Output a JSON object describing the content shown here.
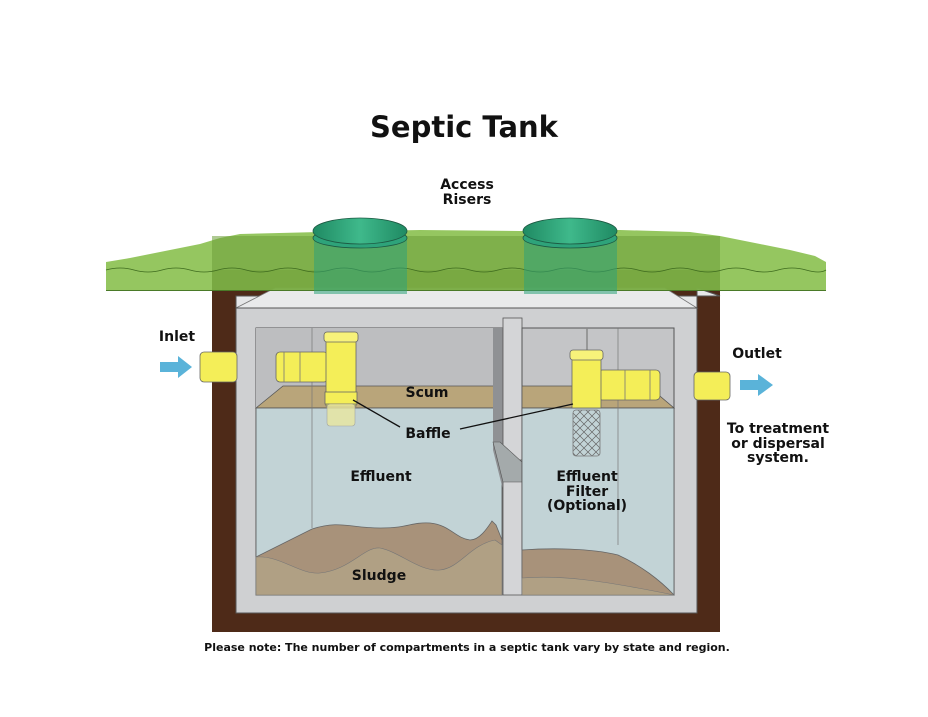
{
  "title": "Septic Tank",
  "labels": {
    "access_risers": "Access\nRisers",
    "inlet": "Inlet",
    "outlet": "Outlet",
    "destination": "To treatment\nor dispersal\nsystem.",
    "scum": "Scum",
    "baffle": "Baffle",
    "effluent": "Effluent",
    "effluent_filter": "Effluent\nFilter\n(Optional)",
    "sludge": "Sludge"
  },
  "note": "Please note: The number of compartments in a septic tank vary by state and region.",
  "icons": {
    "inlet_arrow": "arrow-right-icon",
    "outlet_arrow": "arrow-right-icon"
  },
  "colors": {
    "grass": "#8cc152",
    "grass_dark": "#6e9e3a",
    "soil": "#4e2a18",
    "concrete": "#c9cacc",
    "concrete_light": "#e6e7e8",
    "water": "#c2d3d6",
    "scum": "#b9a57a",
    "sludge": "#a8927a",
    "pipe": "#f4ee58",
    "riser": "#2ea37a",
    "arrow": "#5ab3d9"
  }
}
